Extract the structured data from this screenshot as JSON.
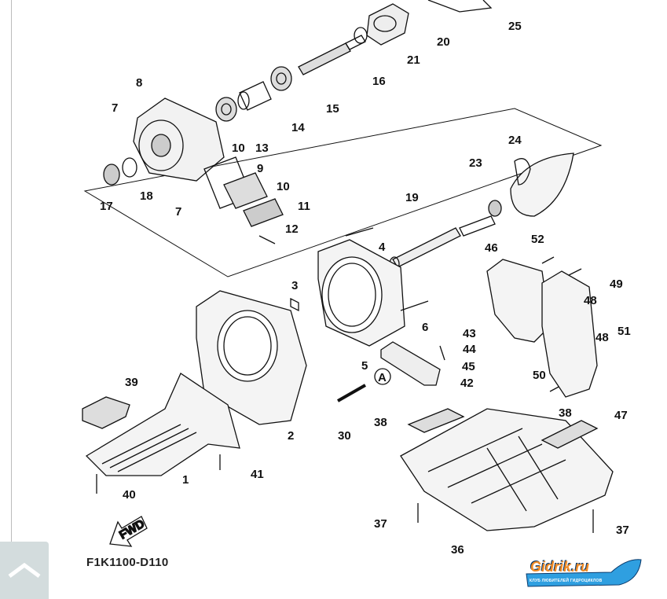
{
  "diagram": {
    "part_labels": [
      "25",
      "20",
      "21",
      "16",
      "8",
      "15",
      "7",
      "14",
      "13",
      "10",
      "9",
      "10",
      "24",
      "23",
      "19",
      "11",
      "17",
      "18",
      "7",
      "12",
      "4",
      "52",
      "46",
      "49",
      "3",
      "48",
      "6",
      "43",
      "51",
      "48",
      "44",
      "45",
      "5",
      "50",
      "42",
      "39",
      "47",
      "38",
      "38",
      "2",
      "30",
      "41",
      "1",
      "40",
      "37",
      "37",
      "36"
    ],
    "reference_mark": "A",
    "fwd_label": "FWD",
    "drawing_code": "F1K1100-D110"
  },
  "logo": {
    "name": "Gidrik.ru",
    "tagline": "КЛУБ ЛЮБИТЕЛЕЙ ГИДРОЦИКЛОВ",
    "colors": {
      "orange": "#f08a24",
      "blue": "#2f9fe0",
      "navy": "#0b3a6b"
    }
  },
  "scroll_top_button": {
    "icon": "chevron-up-icon",
    "color": "#d3dcdd"
  }
}
